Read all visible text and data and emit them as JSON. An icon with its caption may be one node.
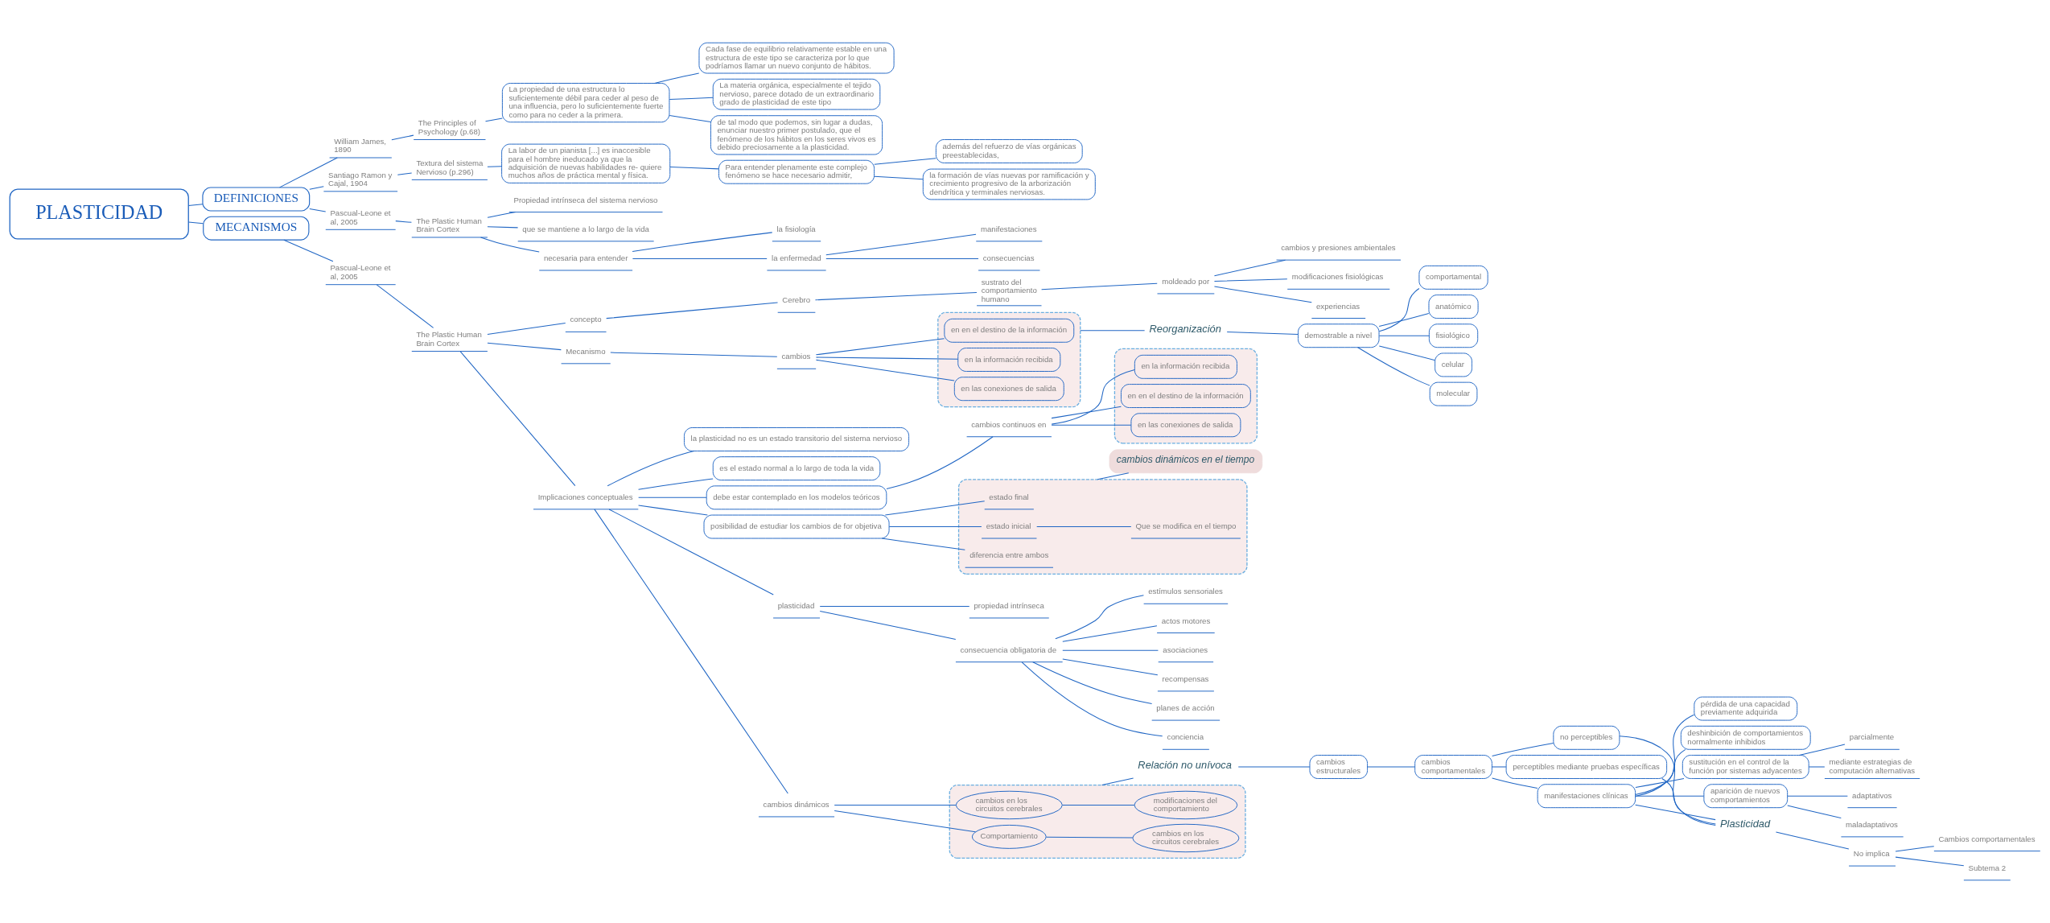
{
  "diagram": {
    "nodes": [
      {
        "text": [
          "PLASTICIDAD"
        ]
      },
      {
        "text": [
          "DEFINICIONES"
        ]
      },
      {
        "text": [
          "William James, 1890"
        ]
      },
      {
        "text": [
          "The Principles of Psychology (p.68)"
        ]
      },
      {
        "text": [
          "La propiedad de una estructura lo suficientemente débil para ceder al peso de una influencia, pero lo suficientemente fuerte como para no ceder a la primera."
        ]
      },
      {
        "text": [
          "Cada fase de equilibrio relativamente estable en una estructura de este tipo se caracteriza por lo que podríamos llamar un nuevo conjunto de hábitos."
        ]
      },
      {
        "text": [
          "La materia orgánica, especialmente el tejido nervioso, parece dotado de un extraordinario grado de plasticidad de este tipo"
        ]
      },
      {
        "text": [
          "de tal modo que podemos, sin lugar a dudas, enunciar nuestro primer postulado, que el fenómeno de los hábitos en los seres vivos es debido preciosamente a la plasticidad."
        ]
      },
      {
        "text": [
          "Santiago Ramon y Cajal, 1904"
        ]
      },
      {
        "text": [
          "Textura del sistema Nervioso (p.296)"
        ]
      },
      {
        "text": [
          "La labor de un pianista [...] es inaccesible para el hombre ineducado ya que la adquisición de nuevas habilidades re- quiere muchos años de práctica mental y física."
        ]
      },
      {
        "text": [
          "Para entender plenamente este complejo fenómeno se hace necesario admitir,"
        ]
      },
      {
        "text": [
          "además del refuerzo de vías orgánicas preestablecidas,"
        ]
      },
      {
        "text": [
          "la formación de vías nuevas por ramificación y crecimiento progresivo de la arborización dendrítica y terminales nerviosas."
        ]
      },
      {
        "text": [
          "Pascual-Leone et al, 2005"
        ]
      },
      {
        "text": [
          "The Plastic Human Brain Cortex"
        ]
      },
      {
        "text": [
          "Propiedad intrínseca del sistema nervioso"
        ]
      },
      {
        "text": [
          "que se mantiene a lo largo de la vida"
        ]
      },
      {
        "text": [
          "necesaria para entender"
        ]
      },
      {
        "text": [
          "la fisiología"
        ]
      },
      {
        "text": [
          "la enfermedad"
        ]
      },
      {
        "text": [
          "manifestaciones"
        ]
      },
      {
        "text": [
          "consecuencias"
        ]
      },
      {
        "text": [
          "MECANISMOS"
        ]
      },
      {
        "text": [
          "Pascual-Leone et al, 2005"
        ]
      },
      {
        "text": [
          "The Plastic Human Brain Cortex"
        ]
      },
      {
        "text": [
          "concepto"
        ]
      },
      {
        "text": [
          "Cerebro"
        ]
      },
      {
        "text": [
          "sustrato del comportamiento humano"
        ]
      },
      {
        "text": [
          "moldeado por"
        ]
      },
      {
        "text": [
          "cambios y presiones ambientales"
        ]
      },
      {
        "text": [
          "modificaciones fisiológicas"
        ]
      },
      {
        "text": [
          "experiencias"
        ]
      },
      {
        "text": [
          "Mecanismo"
        ]
      },
      {
        "text": [
          "cambios"
        ]
      },
      {
        "text": [],
        "shape": "box"
      },
      {
        "text": [
          "en la información recibida"
        ],
        "in": 35
      },
      {
        "text": [
          "en en el destino de la información"
        ],
        "in": 35
      },
      {
        "text": [
          "en las conexiones de salida"
        ],
        "in": 35
      },
      {
        "text": [
          "Reorganización"
        ]
      },
      {
        "text": [
          "demostrable a nivel"
        ]
      },
      {
        "text": [
          "comportamental"
        ]
      },
      {
        "text": [
          "anatómico"
        ]
      },
      {
        "text": [
          "fisiológico"
        ]
      },
      {
        "text": [
          "celular"
        ]
      },
      {
        "text": [
          "molecular"
        ]
      },
      {
        "text": [
          "Implicaciones conceptuales"
        ]
      },
      {
        "text": [
          "la plasticidad no es un estado transitorio del sistema nervioso"
        ]
      },
      {
        "text": [
          "es el estado normal a lo largo de toda la vida"
        ]
      },
      {
        "text": [
          "debe estar contemplado en los modelos teóricos"
        ]
      },
      {
        "text": [
          "cambios continuos en"
        ]
      },
      {
        "text": [],
        "shape": "box"
      },
      {
        "text": [
          "en la información recibida"
        ],
        "in": 51
      },
      {
        "text": [
          "en en el destino de la información"
        ],
        "in": 51
      },
      {
        "text": [
          "en las conexiones de salida"
        ],
        "in": 51
      },
      {
        "text": [
          "posibilidad de estudiar los cambios de for objetiva"
        ]
      },
      {
        "text": [],
        "shape": "box"
      },
      {
        "text": [
          "estado inicial"
        ],
        "in": 56
      },
      {
        "text": [
          "Que se modifica en el tiempo"
        ],
        "in": 56
      },
      {
        "text": [
          "estado final"
        ],
        "in": 56
      },
      {
        "text": [
          "diferencia entre ambos"
        ],
        "in": 56
      },
      {
        "text": [
          "cambios dinámicos en el tiempo"
        ]
      },
      {
        "text": [
          "plasticidad"
        ]
      },
      {
        "text": [
          "propiedad intrínseca"
        ]
      },
      {
        "text": [
          "consecuencia obligatoria de"
        ]
      },
      {
        "text": [
          "estímulos sensoriales"
        ]
      },
      {
        "text": [
          "actos motores"
        ]
      },
      {
        "text": [
          "asociaciones"
        ]
      },
      {
        "text": [
          "recompensas"
        ]
      },
      {
        "text": [
          "planes de acción"
        ]
      },
      {
        "text": [
          "conciencia"
        ]
      },
      {
        "text": [
          "cambios dinámicos"
        ]
      },
      {
        "text": [],
        "shape": "box"
      },
      {
        "text": [
          "Comportamiento"
        ],
        "in": 72
      },
      {
        "text": [
          "cambios en los circuitos cerebrales"
        ],
        "in": 72
      },
      {
        "text": [
          "cambios en los circuitos cerebrales"
        ],
        "in": 72
      },
      {
        "text": [
          "modificaciones del comportamiento"
        ],
        "in": 72
      },
      {
        "text": [
          "Relación no unívoca"
        ]
      },
      {
        "text": [
          "cambios estructurales"
        ]
      },
      {
        "text": [
          "cambios comportamentales"
        ]
      },
      {
        "text": [
          "no perceptibles"
        ]
      },
      {
        "text": [
          "perceptibles mediante pruebas específicas"
        ]
      },
      {
        "text": [
          "manifestaciones clínicas"
        ]
      },
      {
        "text": [
          "pérdida de una capacidad previamente adquirida"
        ]
      },
      {
        "text": [
          "deshinbición de comportamientos normalmente inhibidos"
        ]
      },
      {
        "text": [
          "sustitución en el control de la función por sistemas adyacentes"
        ]
      },
      {
        "text": [
          "parcialmente"
        ]
      },
      {
        "text": [
          "mediante estrategias de computación alternativas"
        ]
      },
      {
        "text": [
          "aparición de nuevos comportamientos"
        ]
      },
      {
        "text": [
          "adaptativos"
        ]
      },
      {
        "text": [
          "maladaptativos"
        ]
      },
      {
        "text": [
          "Plasticidad"
        ]
      },
      {
        "text": [
          "No implica"
        ]
      },
      {
        "text": [
          "Cambios comportamentales"
        ]
      },
      {
        "text": [
          "Subtema 2"
        ]
      }
    ],
    "edges": [
      {
        "from": 0,
        "to": 1,
        "arrow": "none"
      },
      {
        "from": 0,
        "to": 23,
        "arrow": "none"
      },
      {
        "from": 1,
        "to": 2,
        "arrow": "none"
      },
      {
        "from": 2,
        "to": 3,
        "arrow": "none"
      },
      {
        "from": 3,
        "to": 4,
        "arrow": "none"
      },
      {
        "from": 4,
        "to": 5,
        "arrow": "none"
      },
      {
        "from": 4,
        "to": 6,
        "arrow": "none"
      },
      {
        "from": 4,
        "to": 7,
        "arrow": "none"
      },
      {
        "from": 1,
        "to": 8,
        "arrow": "none"
      },
      {
        "from": 8,
        "to": 9,
        "arrow": "none"
      },
      {
        "from": 9,
        "to": 10,
        "arrow": "none"
      },
      {
        "from": 10,
        "to": 11,
        "arrow": "none"
      },
      {
        "from": 11,
        "to": 12,
        "arrow": "none"
      },
      {
        "from": 11,
        "to": 13,
        "arrow": "none"
      },
      {
        "from": 1,
        "to": 14,
        "arrow": "none"
      },
      {
        "from": 14,
        "to": 15,
        "arrow": "none"
      },
      {
        "from": 15,
        "to": 16,
        "arrow": "none"
      },
      {
        "from": 15,
        "to": 17,
        "arrow": "none"
      },
      {
        "from": 15,
        "to": 18,
        "arrow": "none"
      },
      {
        "from": 18,
        "to": 19,
        "arrow": "none"
      },
      {
        "from": 18,
        "to": 20,
        "arrow": "none"
      },
      {
        "from": 20,
        "to": 21,
        "arrow": "none"
      },
      {
        "from": 20,
        "to": 22,
        "arrow": "none"
      },
      {
        "from": 23,
        "to": 24,
        "arrow": "none"
      },
      {
        "from": 24,
        "to": 25,
        "arrow": "none"
      },
      {
        "from": 25,
        "to": 26,
        "arrow": "none"
      },
      {
        "from": 26,
        "to": 27,
        "arrow": "none"
      },
      {
        "from": 27,
        "to": 28,
        "arrow": "none"
      },
      {
        "from": 28,
        "to": 29,
        "arrow": "none"
      },
      {
        "from": 29,
        "to": 30,
        "arrow": "none"
      },
      {
        "from": 29,
        "to": 31,
        "arrow": "none"
      },
      {
        "from": 29,
        "to": 32,
        "arrow": "none"
      },
      {
        "from": 25,
        "to": 33,
        "arrow": "none"
      },
      {
        "from": 33,
        "to": 34,
        "arrow": "none"
      },
      {
        "from": 34,
        "to": 36,
        "arrow": "none"
      },
      {
        "from": 34,
        "to": 37,
        "arrow": "none"
      },
      {
        "from": 34,
        "to": 38,
        "arrow": "none"
      },
      {
        "from": 35,
        "to": 39,
        "arrow": "none"
      },
      {
        "from": 39,
        "to": 40,
        "arrow": "none"
      },
      {
        "from": 40,
        "to": 41,
        "arrow": "none"
      },
      {
        "from": 40,
        "to": 42,
        "arrow": "none"
      },
      {
        "from": 40,
        "to": 43,
        "arrow": "none"
      },
      {
        "from": 40,
        "to": 44,
        "arrow": "none"
      },
      {
        "from": 40,
        "to": 45,
        "arrow": "none"
      },
      {
        "from": 25,
        "to": 46,
        "arrow": "none"
      },
      {
        "from": 46,
        "to": 47,
        "arrow": "none"
      },
      {
        "from": 46,
        "to": 48,
        "arrow": "none"
      },
      {
        "from": 46,
        "to": 49,
        "arrow": "none"
      },
      {
        "from": 49,
        "to": 50,
        "arrow": "none"
      },
      {
        "from": 50,
        "to": 52,
        "arrow": "none"
      },
      {
        "from": 50,
        "to": 53,
        "arrow": "none"
      },
      {
        "from": 50,
        "to": 54,
        "arrow": "none"
      },
      {
        "from": 46,
        "to": 55,
        "arrow": "none"
      },
      {
        "from": 55,
        "to": 57,
        "arrow": "none"
      },
      {
        "from": 57,
        "to": 58,
        "arrow": "none"
      },
      {
        "from": 55,
        "to": 59,
        "arrow": "none"
      },
      {
        "from": 55,
        "to": 60,
        "arrow": "none"
      },
      {
        "from": 56,
        "to": 61,
        "arrow": "none"
      },
      {
        "from": 46,
        "to": 62,
        "arrow": "none"
      },
      {
        "from": 62,
        "to": 63,
        "arrow": "none"
      },
      {
        "from": 62,
        "to": 64,
        "arrow": "none"
      },
      {
        "from": 64,
        "to": 65,
        "arrow": "none"
      },
      {
        "from": 64,
        "to": 66,
        "arrow": "none"
      },
      {
        "from": 64,
        "to": 67,
        "arrow": "none"
      },
      {
        "from": 64,
        "to": 68,
        "arrow": "none"
      },
      {
        "from": 64,
        "to": 69,
        "arrow": "none"
      },
      {
        "from": 64,
        "to": 70,
        "arrow": "none"
      },
      {
        "from": 46,
        "to": 71,
        "arrow": "none"
      },
      {
        "from": 71,
        "to": 73,
        "arrow": "none"
      },
      {
        "from": 73,
        "to": 74,
        "arrow": "none"
      },
      {
        "from": 71,
        "to": 75,
        "arrow": "none"
      },
      {
        "from": 75,
        "to": 76,
        "arrow": "none"
      },
      {
        "from": 72,
        "to": 77,
        "arrow": "none"
      },
      {
        "from": 77,
        "to": 78,
        "arrow": "none"
      },
      {
        "from": 78,
        "to": 79,
        "arrow": "none"
      },
      {
        "from": 79,
        "to": 80,
        "arrow": "none"
      },
      {
        "from": 79,
        "to": 81,
        "arrow": "none"
      },
      {
        "from": 79,
        "to": 82,
        "arrow": "none"
      },
      {
        "from": 82,
        "to": 83,
        "arrow": "none"
      },
      {
        "from": 82,
        "to": 84,
        "arrow": "none"
      },
      {
        "from": 82,
        "to": 85,
        "arrow": "none"
      },
      {
        "from": 85,
        "to": 86,
        "arrow": "none"
      },
      {
        "from": 85,
        "to": 87,
        "arrow": "none"
      },
      {
        "from": 82,
        "to": 88,
        "arrow": "none"
      },
      {
        "from": 88,
        "to": 89,
        "arrow": "none"
      },
      {
        "from": 88,
        "to": 90,
        "arrow": "none"
      },
      {
        "from": 80,
        "to": 91,
        "arrow": "none"
      },
      {
        "from": 81,
        "to": 91,
        "arrow": "none"
      },
      {
        "from": 82,
        "to": 91,
        "arrow": "none"
      },
      {
        "from": 91,
        "to": 92,
        "arrow": "none"
      },
      {
        "from": 92,
        "to": 93,
        "arrow": "none"
      },
      {
        "from": 92,
        "to": 94,
        "arrow": "none"
      }
    ]
  }
}
